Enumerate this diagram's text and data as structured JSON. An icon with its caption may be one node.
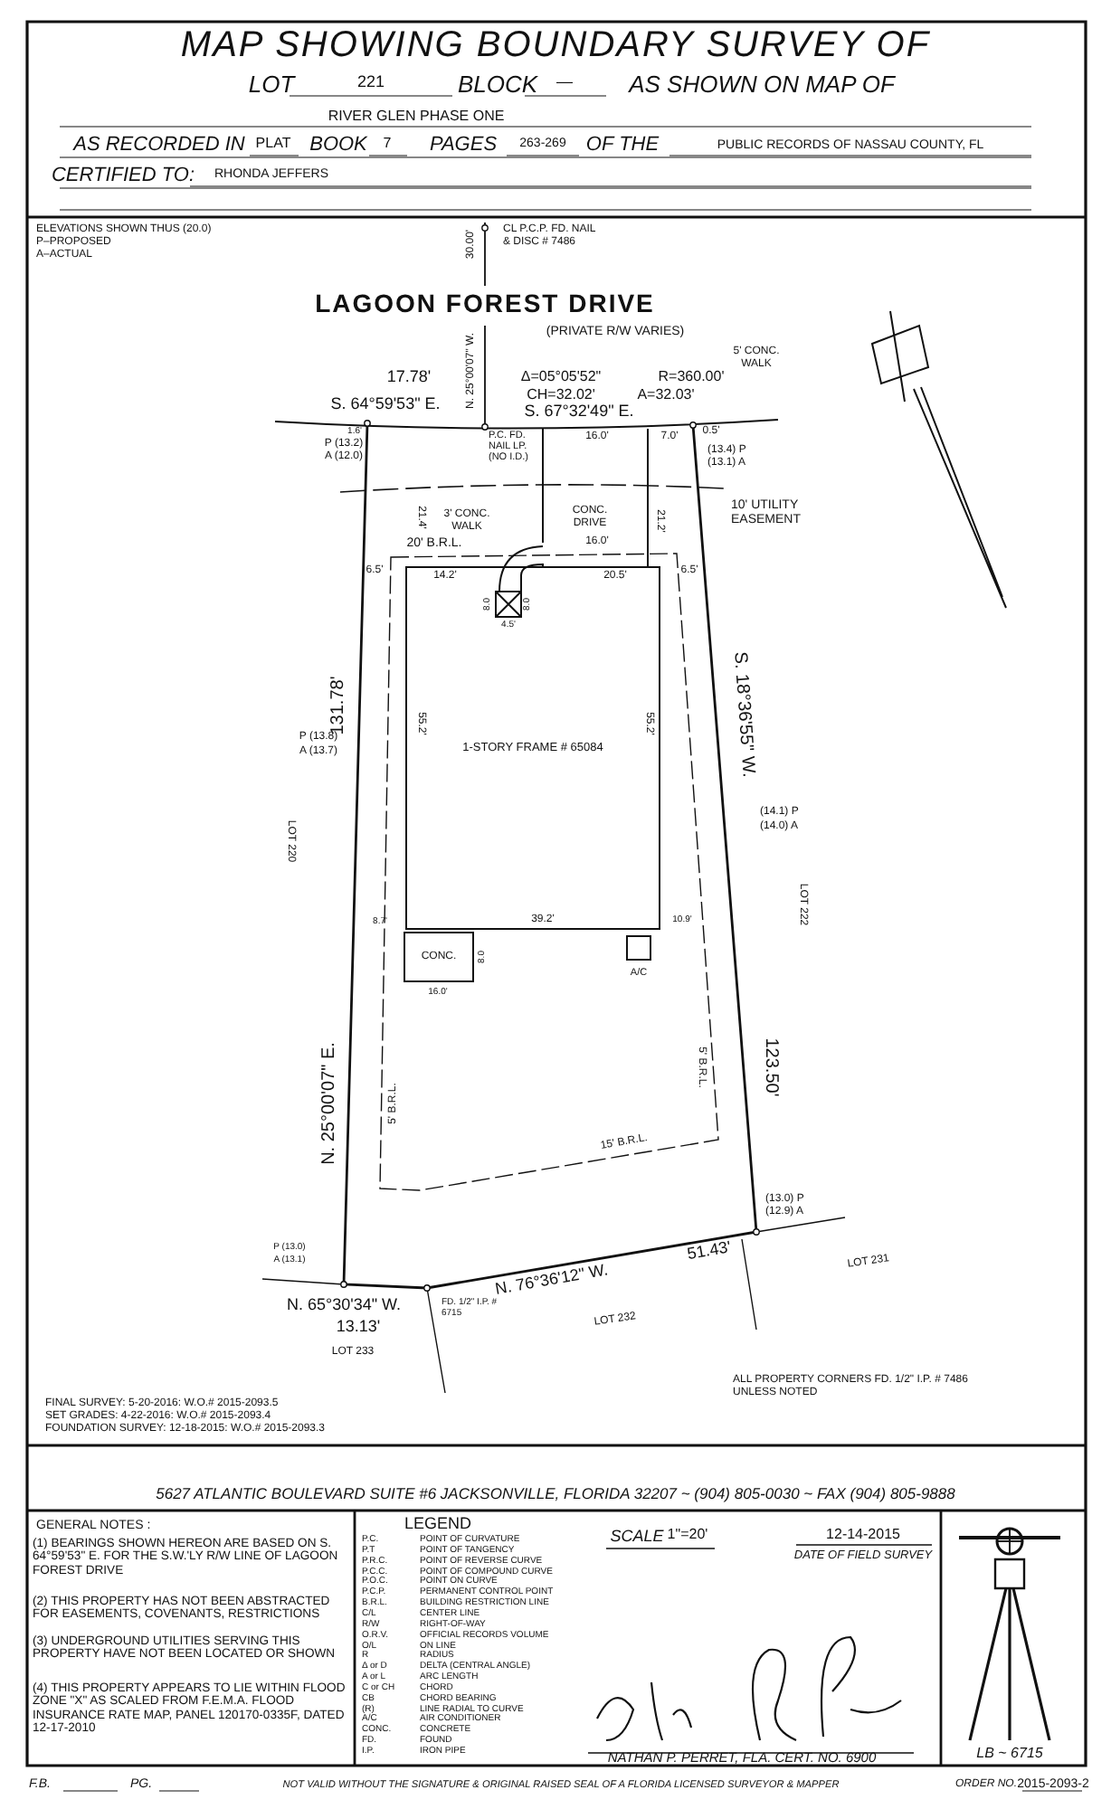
{
  "diagram": {
    "title": "MAP SHOWING BOUNDARY SURVEY OF",
    "nodes": [
      {
        "text": [
          "1-STORY FRAME # 65084"
        ]
      },
      {
        "text": [
          "CONC."
        ]
      },
      {
        "text": [
          "A/C"
        ]
      }
    ],
    "labels": [
      "LOT",
      "221",
      "BLOCK",
      "—",
      "AS SHOWN ON MAP OF",
      "RIVER GLEN PHASE ONE",
      "AS RECORDED IN",
      "PLAT",
      "BOOK",
      "7",
      "PAGES",
      "263-269",
      "OF THE",
      "PUBLIC RECORDS OF NASSAU COUNTY, FL",
      "CERTIFIED TO:",
      "RHONDA JEFFERS",
      "ELEVATIONS SHOWN THUS (20.0)",
      "P–PROPOSED",
      "A–ACTUAL",
      "CL P.C.P. FD. NAIL & DISC # 7486",
      "LAGOON FOREST DRIVE",
      "(PRIVATE R/W VARIES)",
      "30.00'",
      "N. 25°00'07\" W.",
      "5' CONC. WALK",
      "17.78'",
      "Δ=05°05'52\"",
      "R=360.00'",
      "CH=32.02'",
      "A=32.03'",
      "S. 64°59'53\" E.",
      "S. 67°32'49\" E.",
      "1.6'",
      "P (13.2)",
      "A (12.0)",
      "P.C. FD. NAIL LP. (NO I.D.)",
      "16.0'",
      "7.0'",
      "0.5'",
      "(13.4) P",
      "(13.1) A",
      "21.4'",
      "3' CONC. WALK",
      "CONC. DRIVE",
      "21.2'",
      "10' UTILITY EASEMENT",
      "20' B.R.L.",
      "16.0'",
      "6.5'",
      "6.5'",
      "14.2'",
      "20.5'",
      "8.0",
      "8.0",
      "4.5'",
      "131.78'",
      "S. 18°36'55\" W.",
      "55.2'",
      "55.2'",
      "P (13.8)",
      "A (13.7)",
      "(14.1) P",
      "(14.0) A",
      "LOT 220",
      "LOT 222",
      "8.7'",
      "39.2'",
      "10.9'",
      "8.0",
      "16.0'",
      "N. 25°00'07\" E.",
      "5' B.R.L.",
      "5' B.R.L.",
      "123.50'",
      "15' B.R.L.",
      "(13.0) P",
      "(12.9) A",
      "P (13.0)",
      "A (13.1)",
      "N. 65°30'34\" W.",
      "13.13'",
      "FD. 1/2\" I.P. # 6715",
      "N. 76°36'12\" W.",
      "51.43'",
      "LOT 231",
      "LOT 232",
      "LOT 233",
      "ALL PROPERTY CORNERS FD. 1/2\" I.P. # 7486 UNLESS NOTED",
      "FINAL SURVEY: 5-20-2016: W.O.# 2015-2093.5",
      "SET GRADES: 4-22-2016: W.O.# 2015-2093.4",
      "FOUNDATION SURVEY: 12-18-2015: W.O.# 2015-2093.3",
      "5627 ATLANTIC BOULEVARD SUITE #6 JACKSONVILLE, FLORIDA 32207 ~ (904) 805-0030 ~ FAX (904) 805-9888",
      "GENERAL NOTES :",
      "(1) BEARINGS SHOWN HEREON ARE BASED ON S. 64°59'53\" E. FOR THE S.W.'LY R/W LINE OF LAGOON FOREST DRIVE",
      "(2) THIS PROPERTY HAS NOT BEEN ABSTRACTED FOR EASEMENTS, COVENANTS, RESTRICTIONS",
      "(3) UNDERGROUND UTILITIES SERVING THIS PROPERTY HAVE NOT BEEN LOCATED OR SHOWN",
      "(4) THIS PROPERTY APPEARS TO LIE WITHIN FLOOD ZONE \"X\" AS SCALED FROM F.E.M.A. FLOOD INSURANCE RATE MAP, PANEL 120170-0335F, DATED 12-17-2010",
      "LEGEND",
      "P.C.",
      "POINT OF CURVATURE",
      "P.T",
      "POINT OF TANGENCY",
      "P.R.C.",
      "POINT OF REVERSE CURVE",
      "P.C.C.",
      "POINT OF COMPOUND CURVE",
      "P.O.C.",
      "POINT ON CURVE",
      "P.C.P.",
      "PERMANENT CONTROL POINT",
      "B.R.L.",
      "BUILDING RESTRICTION LINE",
      "C/L",
      "CENTER LINE",
      "R/W",
      "RIGHT-OF-WAY",
      "O.R.V.",
      "OFFICIAL RECORDS VOLUME",
      "O/L",
      "ON LINE",
      "R",
      "RADIUS",
      "Δ or D",
      "DELTA (CENTRAL ANGLE)",
      "A or L",
      "ARC LENGTH",
      "C or CH",
      "CHORD",
      "CB",
      "CHORD BEARING",
      "(R)",
      "LINE RADIAL TO CURVE",
      "A/C",
      "AIR CONDITIONER",
      "CONC.",
      "CONCRETE",
      "FD.",
      "FOUND",
      "I.P.",
      "IRON PIPE",
      "SCALE",
      "1\"=20'",
      "12-14-2015",
      "DATE OF FIELD SURVEY",
      "NATHAN P. PERRET, FLA. CERT. NO. 6900",
      "LB ~ 6715",
      "F.B.",
      "PG.",
      "NOT VALID WITHOUT THE SIGNATURE & ORIGINAL RAISED SEAL OF A FLORIDA LICENSED SURVEYOR & MAPPER",
      "ORDER NO.",
      "2015-2093-2"
    ]
  }
}
